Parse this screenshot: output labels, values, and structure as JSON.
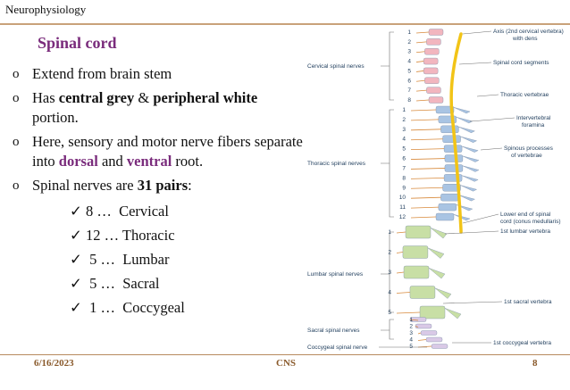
{
  "header": {
    "label": "Neurophysiology"
  },
  "slide": {
    "title": "Spinal cord",
    "bullet_marker": "o",
    "check_marker": "✓",
    "bullets": [
      {
        "text": "Extend from brain stem"
      },
      {
        "pre": "Has ",
        "bold1": "central grey",
        "mid": " & ",
        "bold2": "peripheral white",
        "post": " portion."
      },
      {
        "pre": "Here, sensory and motor nerve fibers separate into ",
        "em1": "dorsal",
        "mid": " and ",
        "em2": "ventral",
        "post": " root."
      },
      {
        "pre": "Spinal nerves are ",
        "bold": "31 pairs",
        "post": ":"
      }
    ],
    "checks": [
      "8 …  Cervical",
      "12 … Thoracic",
      " 5 …  Lumbar",
      " 5 …  Sacral",
      " 1 …  Coccygeal"
    ]
  },
  "figure": {
    "left_labels": {
      "cervical": "Cervical spinal nerves",
      "thoracic": "Thoracic spinal nerves",
      "lumbar": "Lumbar spinal nerves",
      "sacral": "Sacral spinal nerves",
      "coccygeal": "Coccygeal spinal nerve"
    },
    "right_labels": {
      "axis_1": "Axis (2nd cervical vertebra)",
      "axis_2": "with dens",
      "segments": "Spinal cord segments",
      "thoracic_vertebrae": "Thoracic vertebrae",
      "interv_1": "Intervertebral",
      "interv_2": "foramina",
      "spinous_1": "Spinous processes",
      "spinous_2": "of vertebrae",
      "lower_1": "Lower end of spinal",
      "lower_2": "cord (conus medullaris)",
      "lumbar_vertebra": "1st lumbar vertebra",
      "sacral_vertebra": "1st sacral vertebra",
      "coccygeal_vertebra": "1st coccygeal vertebra"
    },
    "cervical_numbers": [
      "1",
      "2",
      "3",
      "4",
      "5",
      "6",
      "7",
      "8"
    ],
    "thoracic_numbers": [
      "1",
      "2",
      "3",
      "4",
      "5",
      "6",
      "7",
      "8",
      "9",
      "10",
      "11",
      "12"
    ],
    "lumbar_numbers": [
      "1",
      "2",
      "3",
      "4",
      "5"
    ],
    "sacral_numbers": [
      "1",
      "2",
      "3",
      "4",
      "5"
    ],
    "colors": {
      "cervical": "#f2b6bf",
      "thoracic": "#a9c4e3",
      "lumbar": "#c8dfa5",
      "sacral": "#d9c9e6",
      "cord": "#f2c417"
    }
  },
  "footer": {
    "date": "6/16/2023",
    "center": "CNS",
    "page": "8"
  }
}
